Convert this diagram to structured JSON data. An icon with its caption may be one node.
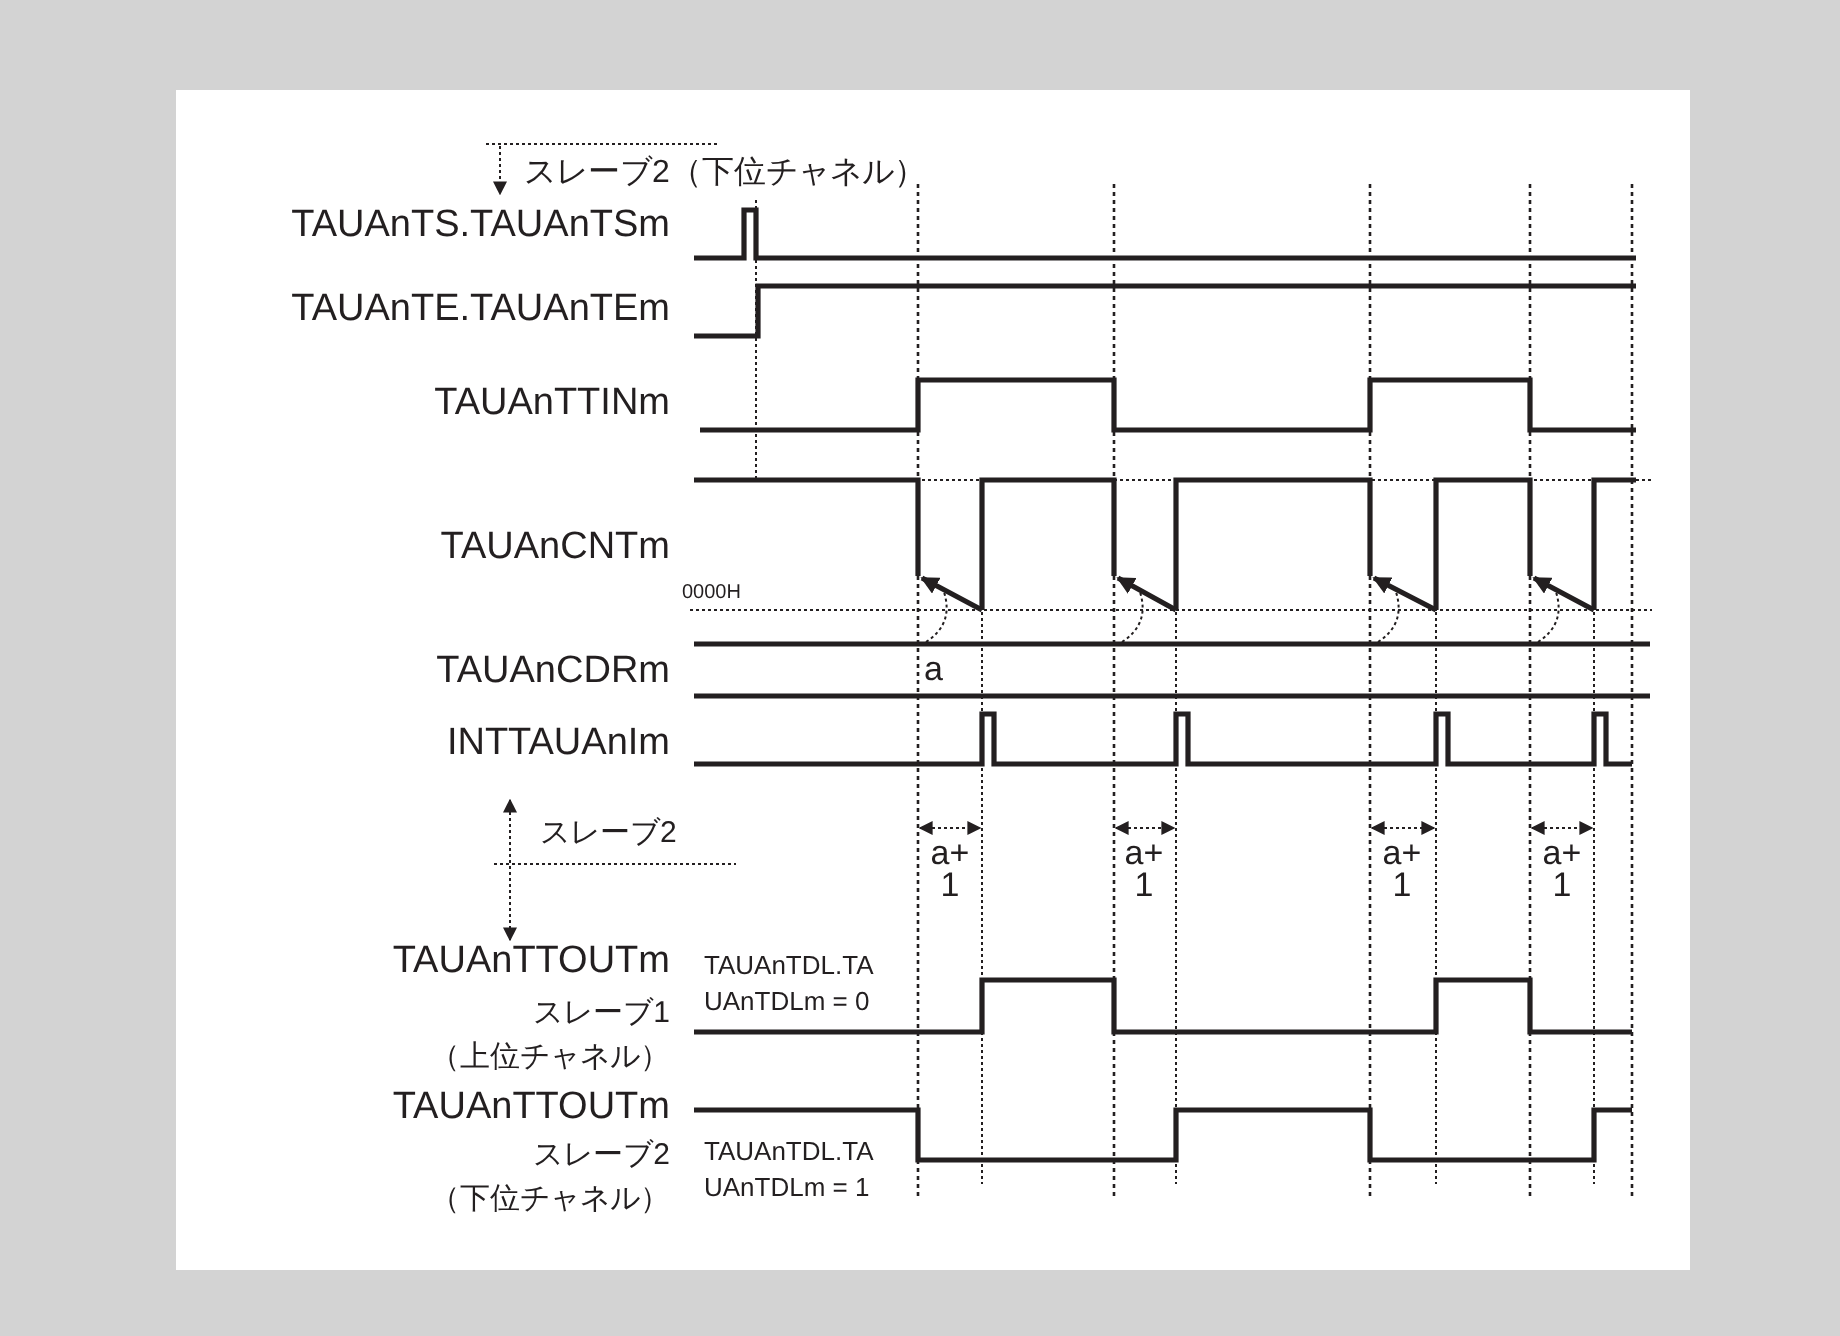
{
  "diagram": {
    "labels": [
      "スレーブ2（下位チャネル）",
      "TAUAnTS.TAUAnTSm",
      "TAUAnTE.TAUAnTEm",
      "TAUAnTTINm",
      "TAUAnCNTm",
      "0000H",
      "TAUAnCDRm",
      "a",
      "INTTAUAnIm",
      "a+ 1",
      "a+ 1",
      "a+ 1",
      "a+ 1",
      "スレーブ2",
      "TAUAnTTOUTm",
      "TAUAnTDL.TA UAnTDLm = 0",
      "スレーブ1",
      "（上位チャネル）",
      "TAUAnTTOUTm",
      "スレーブ2",
      "（下位チャネル）",
      "TAUAnTDL.TA UAnTDLm = 1"
    ]
  }
}
